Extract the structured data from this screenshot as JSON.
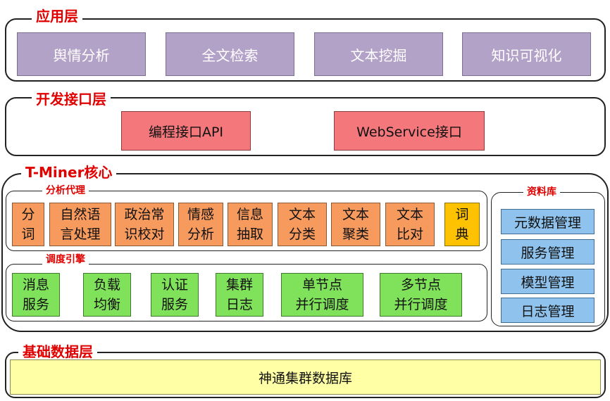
{
  "application_layer": {
    "title": "应用层",
    "items": [
      "舆情分析",
      "全文检索",
      "文本挖掘",
      "知识可视化"
    ]
  },
  "dev_interface_layer": {
    "title": "开发接口层",
    "items": [
      "编程接口API",
      "WebService接口"
    ]
  },
  "core": {
    "title": "T-Miner核心",
    "analysis_agent": {
      "title": "分析代理",
      "items": [
        "分\n词",
        "自然语\n言处理",
        "政治常\n识校对",
        "情感\n分析",
        "信息\n抽取",
        "文本\n分类",
        "文本\n聚类",
        "文本\n比对",
        "词\n典"
      ]
    },
    "scheduler": {
      "title": "调度引擎",
      "items": [
        "消息\n服务",
        "负载\n均衡",
        "认证\n服务",
        "集群\n日志",
        "单节点\n并行调度",
        "多节点\n并行调度"
      ]
    },
    "resource_lib": {
      "title": "资料库",
      "items": [
        "元数据管理",
        "服务管理",
        "模型管理",
        "日志管理"
      ]
    }
  },
  "base_data_layer": {
    "title": "基础数据层",
    "items": [
      "神通集群数据库"
    ]
  }
}
